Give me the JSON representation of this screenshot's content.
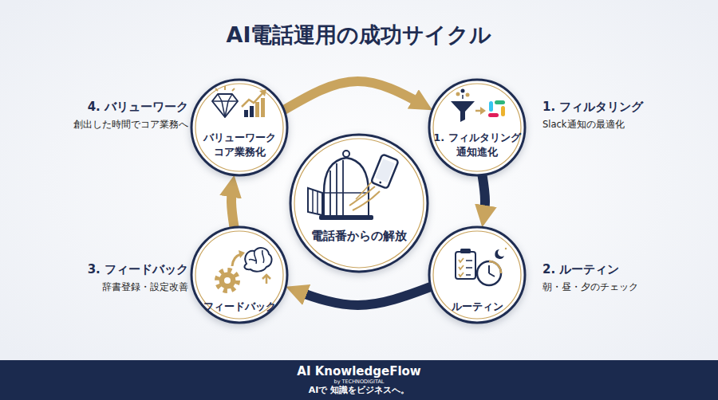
{
  "diagram": {
    "title": "AI電話運用の成功サイクル",
    "nodes": [
      {
        "text": [
          "4. バリューワーク",
          "創出した時間でコア業務へ",
          "バリューワーク コア業務化"
        ]
      },
      {
        "text": [
          "1. フィルタリング",
          "Slack通知の最適化",
          "1. フィルタリング 通知進化"
        ]
      },
      {
        "text": [
          "電話番からの解放"
        ]
      },
      {
        "text": [
          "3. フィードバック",
          "辞書登録・設定改善",
          "フィードバック"
        ]
      },
      {
        "text": [
          "2. ルーティン",
          "朝・昼・夕のチェック",
          "ルーティン"
        ]
      },
      {
        "text": [
          "AI KnowledgeFlow",
          "by TECHNODIGITAL",
          "AIで 知識をビジネスへ。"
        ]
      }
    ],
    "edges": [
      {
        "from": 0,
        "to": 1,
        "arrow": "to"
      },
      {
        "from": 1,
        "to": 4,
        "arrow": "to"
      },
      {
        "from": 4,
        "to": 3,
        "arrow": "to"
      },
      {
        "from": 3,
        "to": 0,
        "arrow": "to"
      }
    ]
  }
}
